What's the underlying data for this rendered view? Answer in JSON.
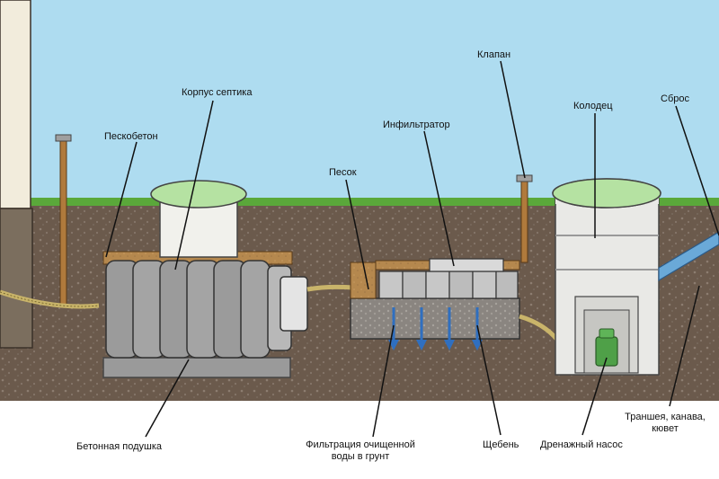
{
  "labels": {
    "korpus": "Корпус септика",
    "peskobeton": "Пескобетон",
    "klapan": "Клапан",
    "infiltrator": "Инфильтратор",
    "kolodec": "Колодец",
    "sbros": "Сброс",
    "pesok": "Песок",
    "betonnaya_podushka": "Бетонная подушка",
    "filtraciya_line1": "Фильтрация очищенной",
    "filtraciya_line2": "воды в грунт",
    "shheben": "Щебень",
    "drenazhnyj_nasos": "Дренажный насос",
    "transheya_line1": "Траншея, канава,",
    "transheya_line2": "кювет"
  },
  "colors": {
    "sky": "#aedcf0",
    "grass": "#5aa83a",
    "soil": "#6b5a4c",
    "soil_speckle": "#8c7d70",
    "gravel": "#9a9590",
    "sand": "#b5884e",
    "tank_body": "#9b9b9b",
    "lid_green": "#b5e2a2",
    "well_body": "#e9e9e6",
    "pump_green": "#4fa048",
    "pipe_blue": "#6aa9d8",
    "arrow_blue": "#2f6fc0"
  }
}
